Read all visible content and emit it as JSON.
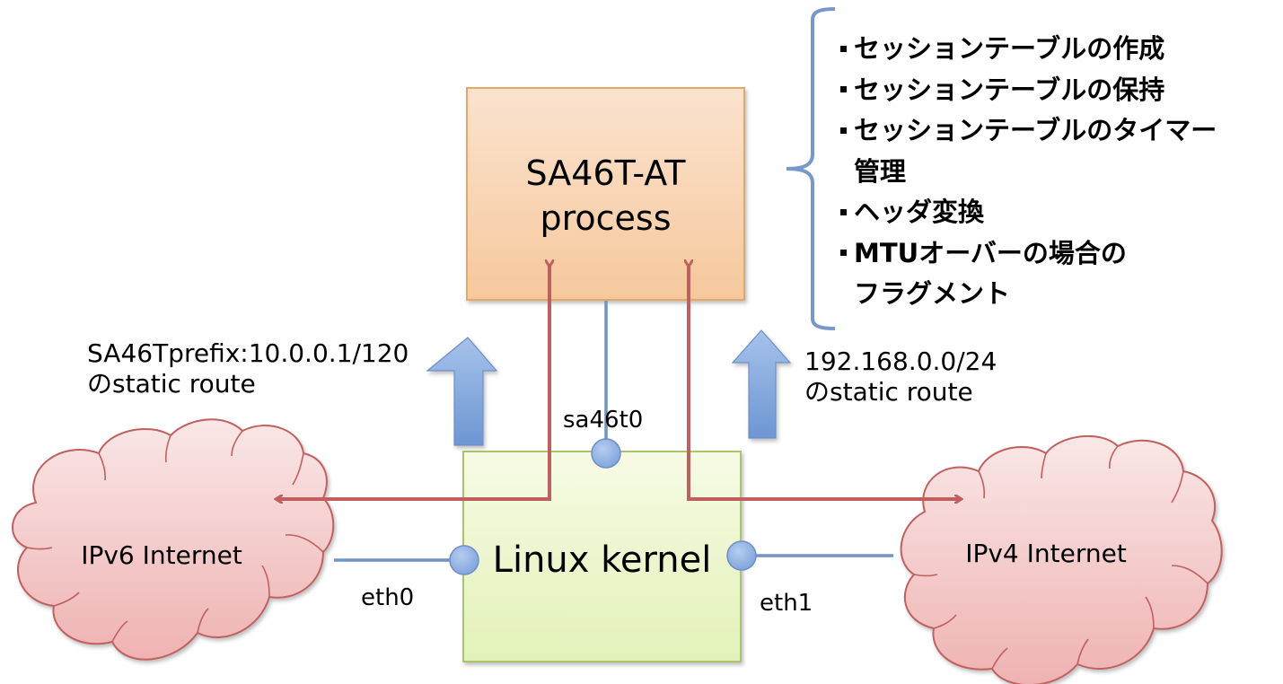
{
  "diagram": {
    "process_box": {
      "line1": "SA46T-AT",
      "line2": "process"
    },
    "kernel_box": {
      "label": "Linux kernel"
    },
    "clouds": {
      "ipv6": "IPv6 Internet",
      "ipv4": "IPv4 Internet"
    },
    "interfaces": {
      "tunnel": "sa46t0",
      "left": "eth0",
      "right": "eth1"
    },
    "routes": {
      "left": {
        "line1": "SA46Tprefix:10.0.0.1/120",
        "line2": "のstatic route"
      },
      "right": {
        "line1": "192.168.0.0/24",
        "line2": "のstatic route"
      }
    },
    "functions": [
      {
        "text": "セッションテーブルの作成"
      },
      {
        "text": "セッションテーブルの保持"
      },
      {
        "text": "セッションテーブルのタイマー",
        "cont": "管理"
      },
      {
        "text": "ヘッダ変換"
      },
      {
        "text": "MTUオーバーの場合の",
        "cont": "フラグメント"
      }
    ],
    "colors": {
      "process_fill_top": "#fbe3cf",
      "process_fill_bottom": "#f6c89c",
      "process_stroke": "#e3a865",
      "kernel_fill_top": "#f7fbe5",
      "kernel_fill_bottom": "#e2f1b8",
      "kernel_stroke": "#a9c46a",
      "cloud_fill_top": "#f9e4e4",
      "cloud_fill_bottom": "#efb2b2",
      "cloud_stroke": "#c0605f",
      "flow_arrow": "#c0605e",
      "link_line": "#6f94c8",
      "port_fill": "#8eb0e3",
      "up_arrow": "#7da3d9",
      "brace": "#7698cc"
    }
  }
}
